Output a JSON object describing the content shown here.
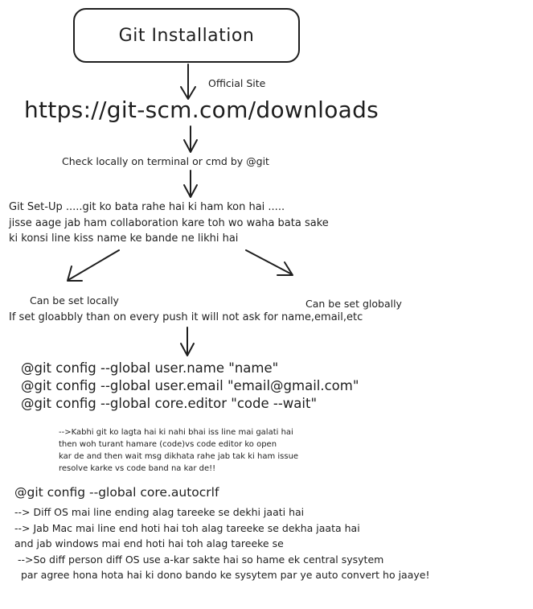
{
  "title": "Git Installation",
  "edge_official": "Official Site",
  "url": "https://git-scm.com/downloads",
  "check_text": "Check locally on terminal or cmd by @git",
  "setup_lines": [
    "Git Set-Up .....git ko bata rahe hai ki ham kon hai .....",
    "jisse aage jab ham collaboration kare toh wo waha bata sake",
    "ki konsi line kiss name ke bande ne likhi hai"
  ],
  "branch_local": "Can be set locally",
  "branch_global": "Can be set globally",
  "global_note": "If set gloabbly than on every push it will not ask for name,email,etc",
  "config_commands": [
    "@git config --global user.name \"name\"",
    "@git config --global user.email \"email@gmail.com\"",
    "@git config --global core.editor \"code --wait\""
  ],
  "editor_note_lines": [
    "-->Kabhi git ko lagta hai ki nahi bhai iss line mai galati hai",
    "then woh turant hamare (code)vs code editor ko open",
    "kar de and then wait msg dikhata rahe jab tak ki ham issue",
    "resolve karke vs code band na kar de!!"
  ],
  "autocrlf_command": "@git config --global core.autocrlf",
  "autocrlf_lines": [
    "--> Diff OS mai line ending alag tareeke se dekhi jaati hai",
    "--> Jab Mac mai line end hoti hai toh alag tareeke se dekha jaata hai",
    "and jab windows mai end hoti hai toh alag tareeke se",
    " -->So diff person diff OS use a-kar sakte hai so hame ek central sysytem",
    "  par agree hona hota hai ki dono bando ke sysytem par ye auto convert ho jaaye!"
  ],
  "colors": {
    "ink": "#1e1e1e",
    "background": "#ffffff"
  }
}
